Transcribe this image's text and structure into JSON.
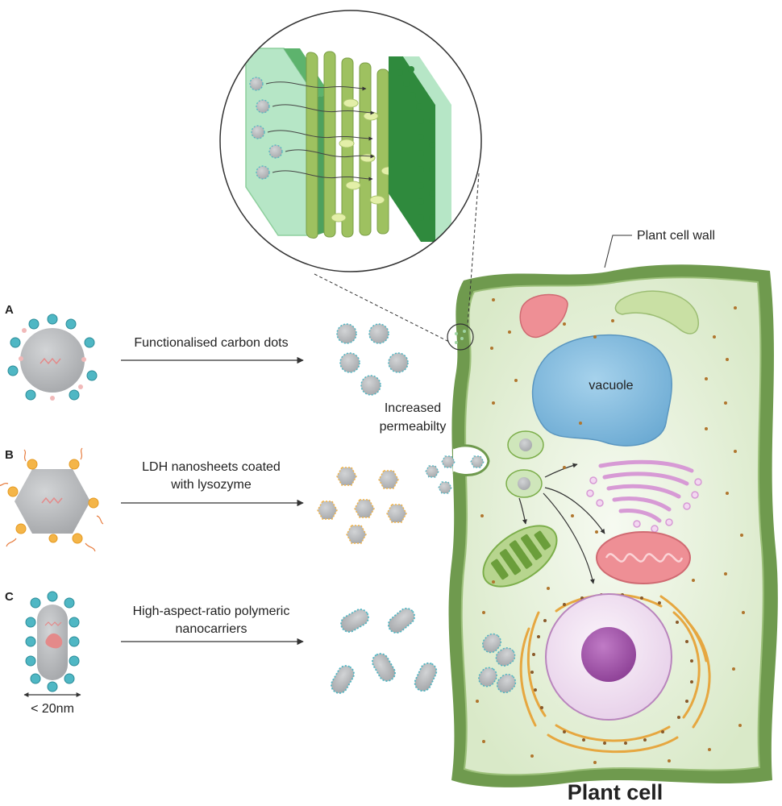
{
  "panels": [
    {
      "letter": "A",
      "label_lines": [
        "Functionalised carbon dots"
      ]
    },
    {
      "letter": "B",
      "label_lines": [
        "LDH nanosheets coated",
        "with lysozyme"
      ]
    },
    {
      "letter": "C",
      "label_lines": [
        "High-aspect-ratio polymeric",
        "nanocarriers"
      ]
    }
  ],
  "size_label": "< 20nm",
  "permeability_lines": [
    "Increased",
    "permeabilty"
  ],
  "cell_wall_label": "Plant cell wall",
  "vacuole_label": "vacuole",
  "title": "Plant cell",
  "colors": {
    "cell_wall": "#6f9a4e",
    "cytoplasm": "#e4efd8",
    "vacuole": "#7fb8db",
    "nanoparticle": "#b9bbbd",
    "positive_charge": "#4fb7c4",
    "lysozyme": "#f4b548",
    "nucleus": "#f2e3f2",
    "nucleolus": "#a056a8",
    "mitochondrion": "#ee8f95",
    "chloroplast": "#7cae4a",
    "golgi": "#e4b8e2",
    "cell_wall_layer_light": "#b6e6c6",
    "cell_wall_layer_dark": "#2f8a3d"
  }
}
